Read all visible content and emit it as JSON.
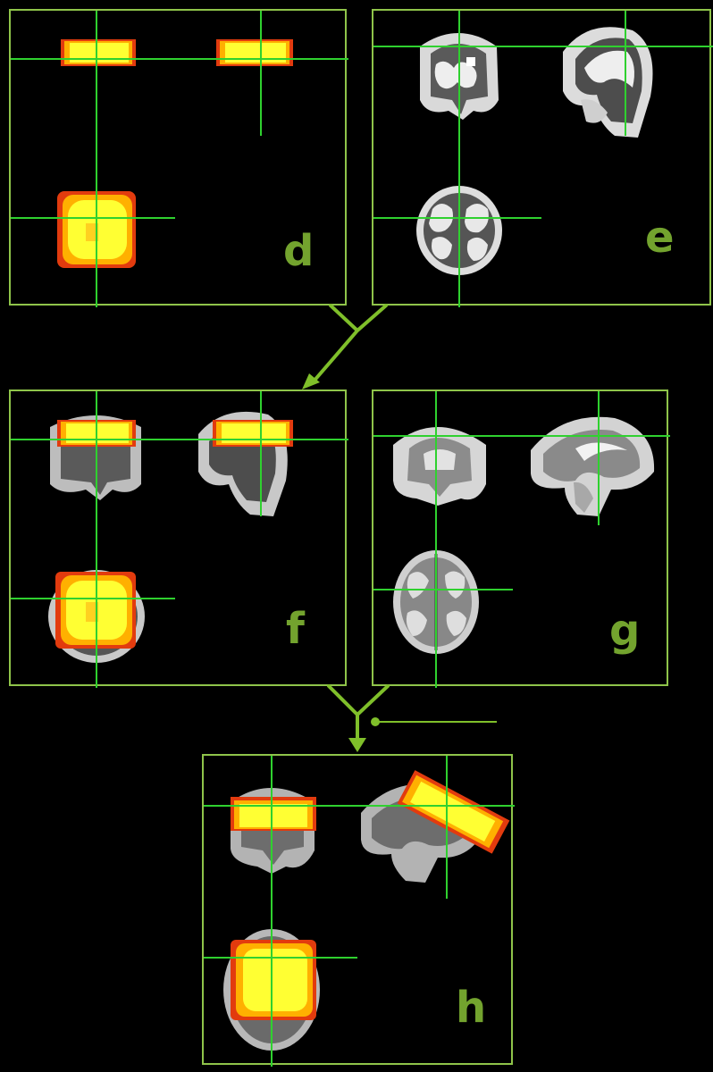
{
  "colors": {
    "frame": "#8fc44a",
    "crosshair": "#2fd12f",
    "arrow": "#7fbf2a",
    "label": "#73a32e",
    "background": "#000000",
    "overlay_hot": "#ffff33",
    "overlay_warm": "#ffb000",
    "overlay_cool": "#e23b0e"
  },
  "panels": {
    "d": {
      "label": "d",
      "content": "activation-map-only"
    },
    "e": {
      "label": "e",
      "content": "functional-brain-slices"
    },
    "f": {
      "label": "f",
      "content": "activation-over-functional"
    },
    "g": {
      "label": "g",
      "content": "anatomical-template-slices"
    },
    "h": {
      "label": "h",
      "content": "activation-registered-to-template"
    }
  }
}
